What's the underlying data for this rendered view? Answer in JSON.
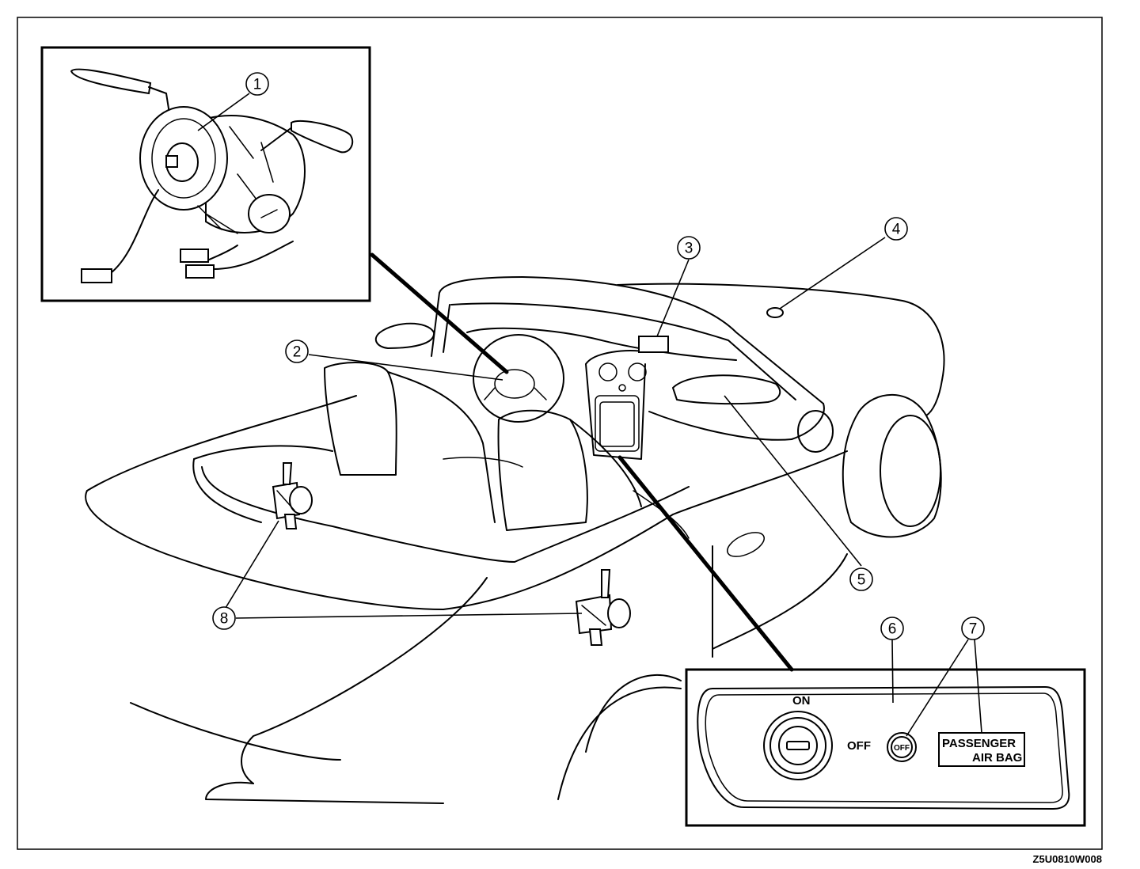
{
  "figure_code": "Z5U0810W008",
  "callouts": [
    "1",
    "2",
    "3",
    "4",
    "5",
    "6",
    "7",
    "8"
  ],
  "switch_panel": {
    "on_label": "ON",
    "off_label": "OFF",
    "indicator_label": "OFF",
    "passenger_label_line1": "PASSENGER",
    "passenger_label_line2": "AIR BAG"
  },
  "icons": [
    "clock-spring-assembly",
    "sensor",
    "switch-key-slot"
  ]
}
